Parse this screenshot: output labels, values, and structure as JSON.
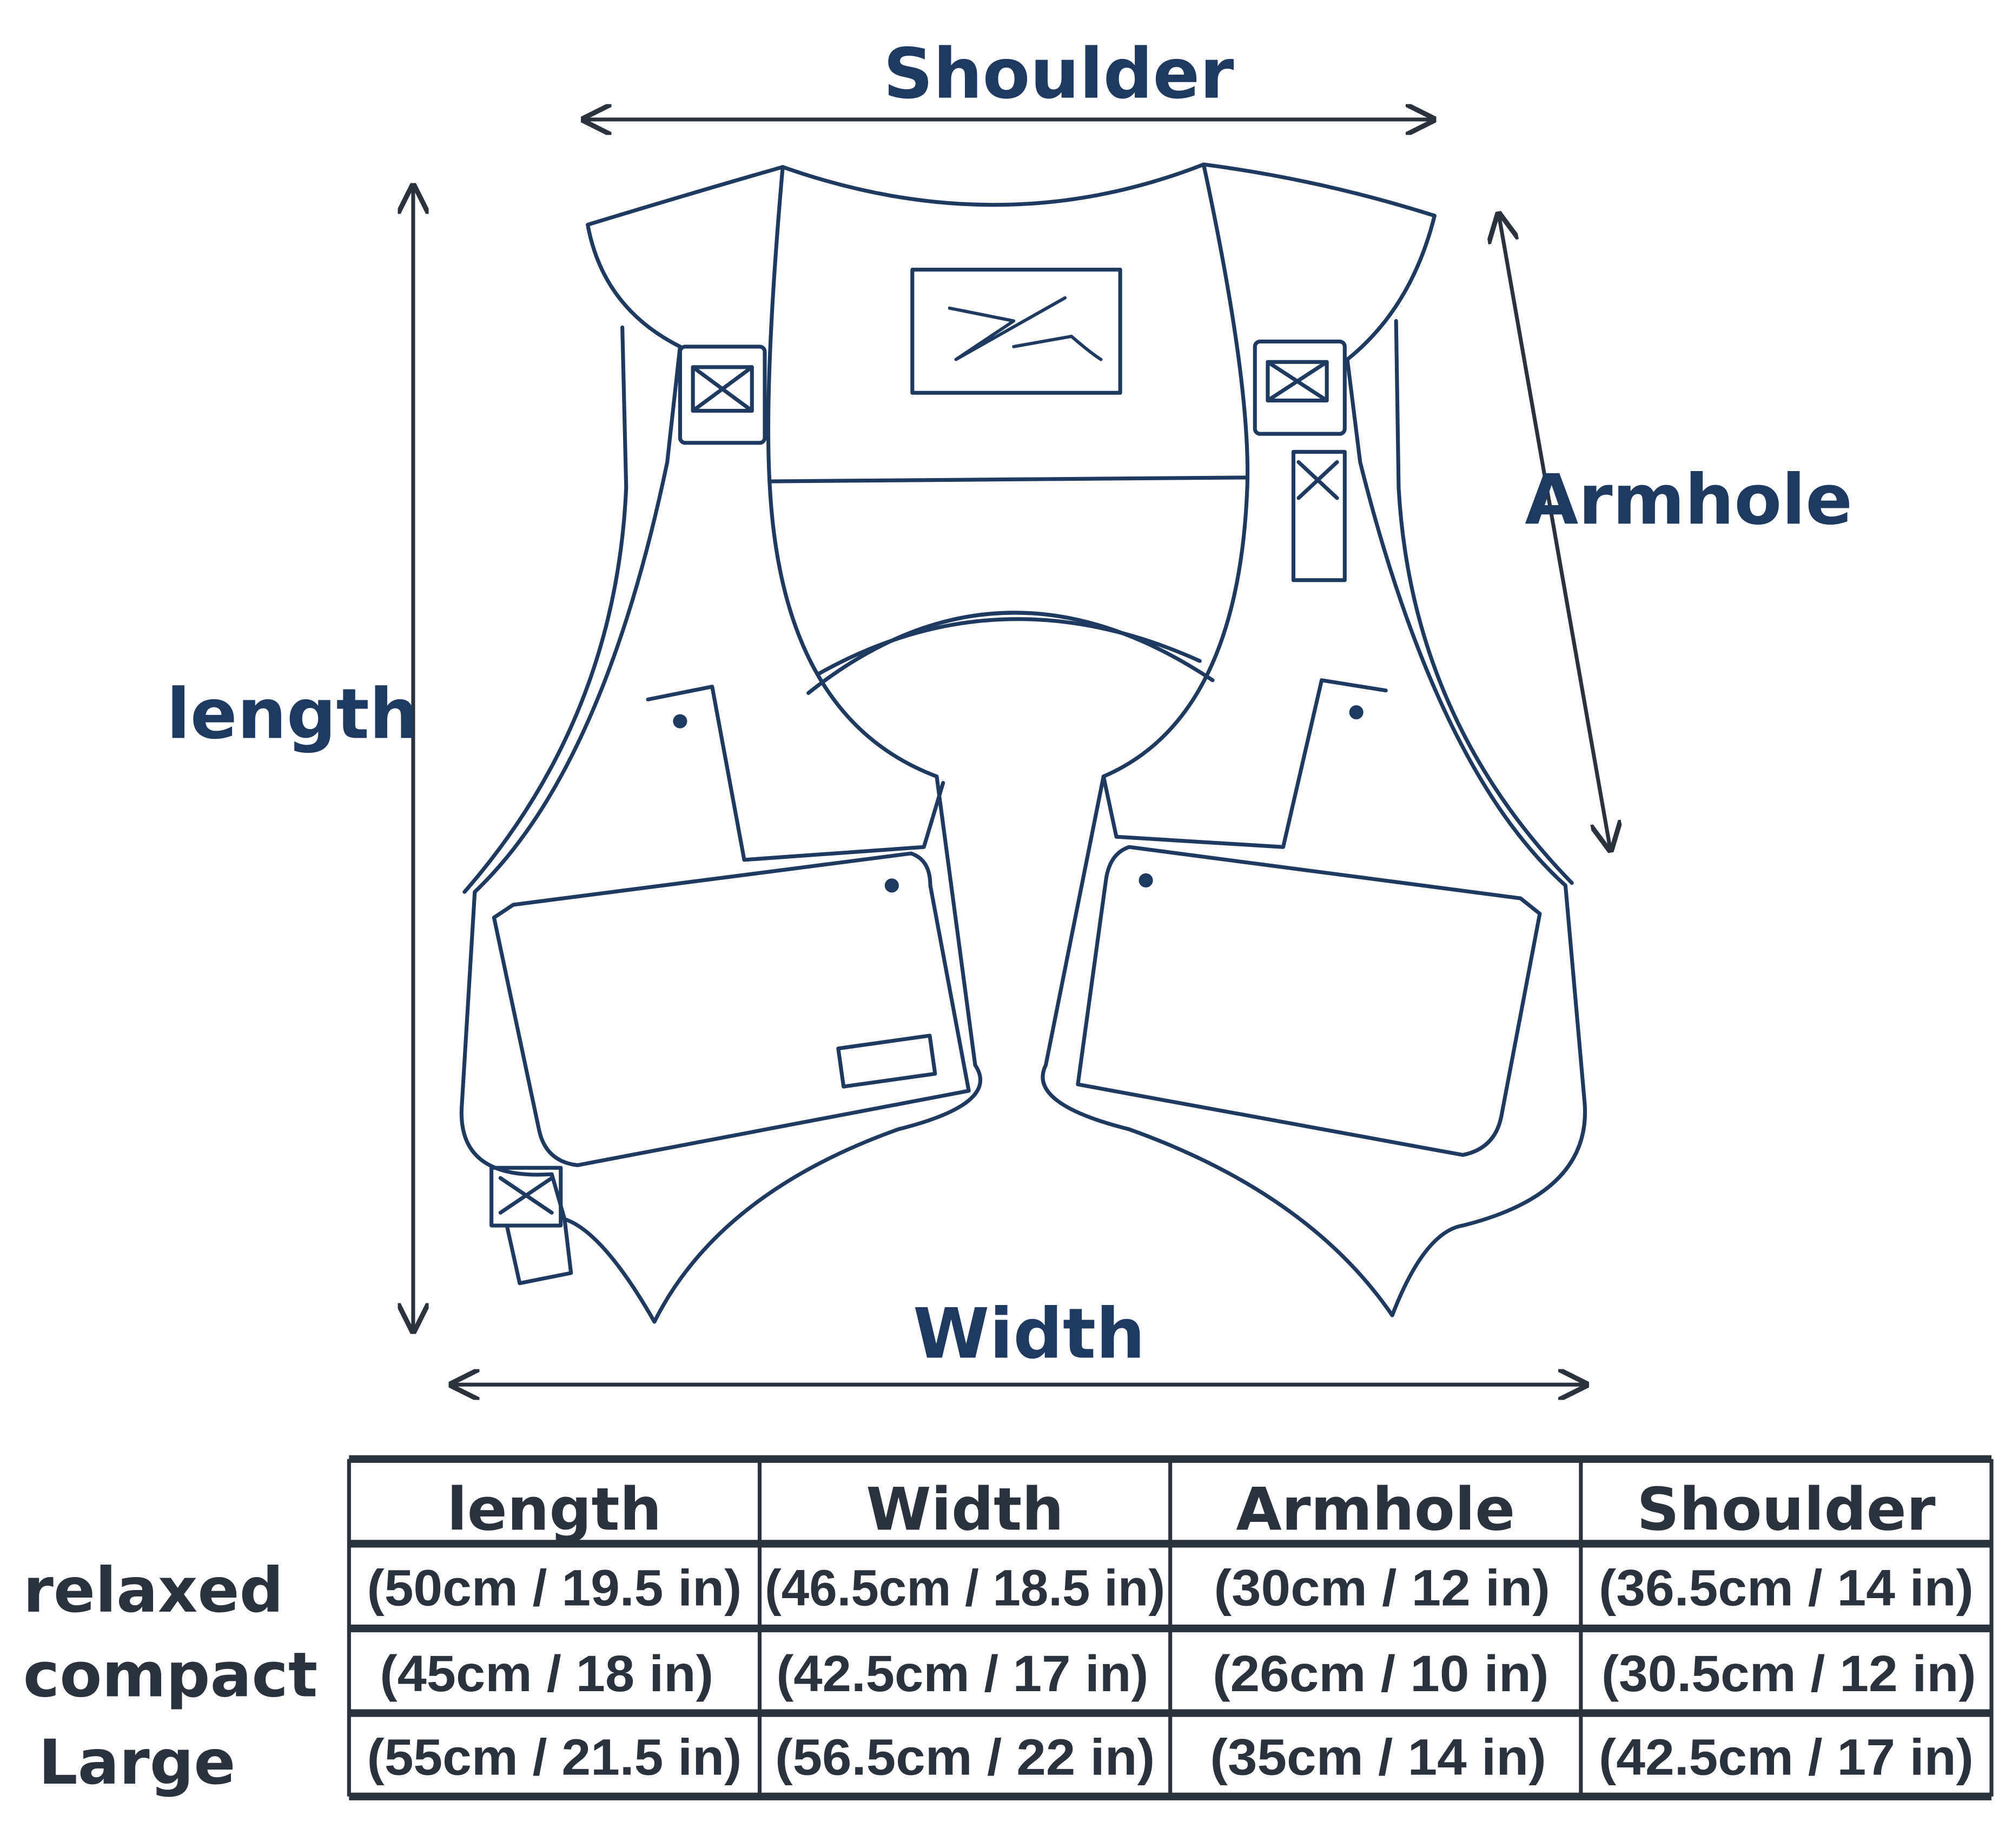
{
  "labels": {
    "shoulder": "Shoulder",
    "armhole": "Armhole",
    "length": "length",
    "width": "Width"
  },
  "table": {
    "headers": [
      "length",
      "Width",
      "Armhole",
      "Shoulder"
    ],
    "rows": [
      {
        "size": "relaxed",
        "values": [
          "(50cm / 19.5 in)",
          "(46.5cm / 18.5 in)",
          "(30cm / 12 in)",
          "(36.5cm / 14 in)"
        ]
      },
      {
        "size": "compact",
        "values": [
          "(45cm / 18 in)",
          "(42.5cm / 17 in)",
          "(26cm / 10 in)",
          "(30.5cm / 12 in)"
        ]
      },
      {
        "size": "Large",
        "values": [
          "(55cm / 21.5 in)",
          "(56.5cm / 22 in)",
          "(35cm / 14 in)",
          "(42.5cm / 17 in)"
        ]
      }
    ]
  },
  "colors": {
    "sketch": "#1f3a60",
    "table": "#2a323d"
  }
}
